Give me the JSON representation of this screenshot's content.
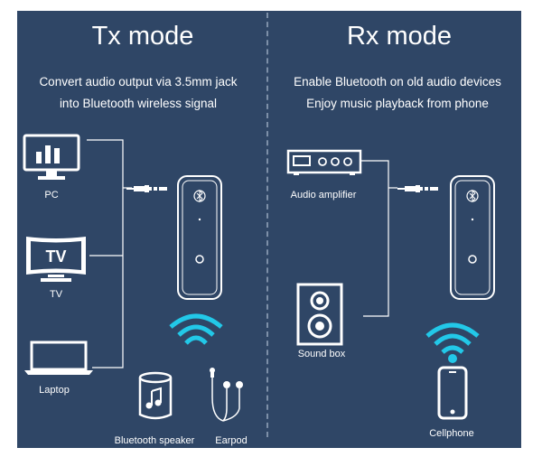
{
  "tx": {
    "title": "Tx mode",
    "line1": "Convert audio output via 3.5mm jack",
    "line2": "into Bluetooth wireless signal",
    "devices": {
      "pc": "PC",
      "tv": "TV",
      "tv_screen_text": "TV",
      "laptop": "Laptop",
      "speaker": "Bluetooth speaker",
      "earpod": "Earpod"
    }
  },
  "rx": {
    "title": "Rx mode",
    "line1": "Enable Bluetooth on old audio devices",
    "line2": "Enjoy music playback from phone",
    "devices": {
      "amplifier": "Audio amplifier",
      "soundbox": "Sound box",
      "cellphone": "Cellphone"
    }
  },
  "colors": {
    "panel_bg": "#2f4666",
    "wave": "#22c8e8",
    "icon": "#ffffff"
  },
  "icons": [
    "monitor-icon",
    "tv-icon",
    "laptop-icon",
    "speaker-icon",
    "earphone-icon",
    "amplifier-icon",
    "soundbox-icon",
    "phone-icon",
    "bluetooth-icon",
    "audio-jack-icon",
    "wireless-wave-icon"
  ]
}
